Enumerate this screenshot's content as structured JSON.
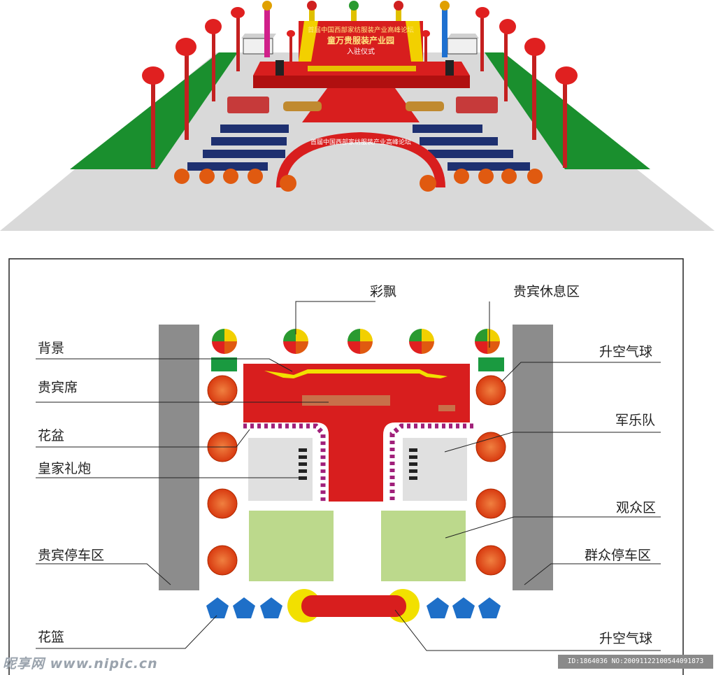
{
  "scene": {
    "banner_line1": "首届中国西部家纺服装产业高峰论坛",
    "banner_line2": "童万贵服装产业园",
    "banner_line3": "入驻仪式",
    "arch_text": "首届中国西部家纺服装产业高峰论坛"
  },
  "labels": {
    "streamer": "彩飘",
    "vip_lounge": "贵宾休息区",
    "backdrop": "背景",
    "balloon_right": "升空气球",
    "vip_seats": "贵宾席",
    "military_band": "军乐队",
    "flower_pot": "花盆",
    "royal_cannon": "皇家礼炮",
    "audience_area": "观众区",
    "vip_parking": "贵宾停车区",
    "public_parking": "群众停车区",
    "flower_basket": "花篮",
    "balloon_bottom": "升空气球"
  },
  "watermark": {
    "site": "昵享网 www.nipic.cn",
    "id_line": "ID:1864036 NO:20091122100544091873"
  },
  "colors": {
    "stage_red": "#d81e1e",
    "gold": "#f2e000",
    "parking_gray": "#8c8c8c",
    "audience_green": "#bcd98c",
    "band_gray": "#e0e0e0",
    "lawn_green": "#1a8f2e",
    "ground": "#d9d9d9",
    "balloon_orange": "#e04a10",
    "basket_blue": "#1e6fc8",
    "lounge_green": "#1a9a40",
    "flower_magenta": "#a0207a"
  }
}
